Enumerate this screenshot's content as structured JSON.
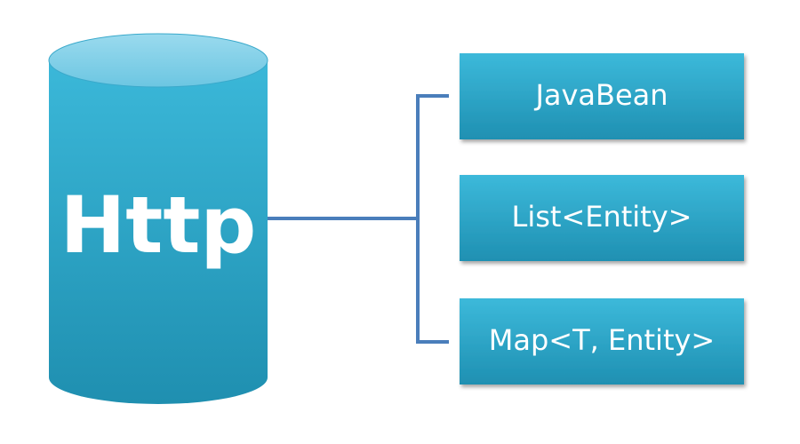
{
  "database": {
    "label": "Http"
  },
  "outputs": [
    {
      "label": "JavaBean"
    },
    {
      "label": "List<Entity>"
    },
    {
      "label": "Map<T, Entity>"
    }
  ],
  "colors": {
    "cylinder_top": "#86d1e8",
    "cylinder_body_light": "#3bb8d9",
    "cylinder_body_dark": "#1f8fb0",
    "box_light": "#3cb9da",
    "box_dark": "#1f90b2",
    "connector": "#4a7ebb",
    "text": "#ffffff"
  }
}
